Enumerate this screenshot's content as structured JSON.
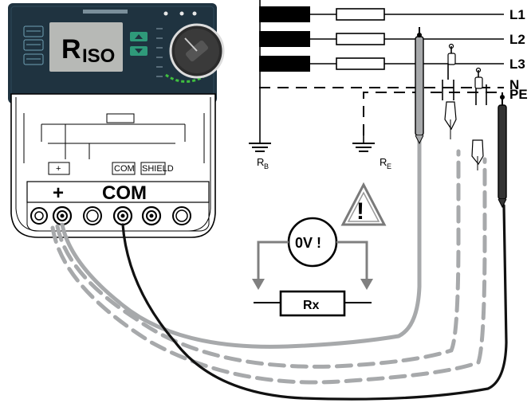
{
  "instrument": {
    "display_main": "R",
    "display_sub": "ISO",
    "left_buttons": [
      "",
      "",
      ""
    ],
    "brand": ""
  },
  "panel": {
    "sockets": [
      "+",
      "COM",
      "SHIELD"
    ],
    "terminal_plus": "+",
    "terminal_com": "COM"
  },
  "network": {
    "conductors": [
      "L1",
      "L2",
      "L3",
      "N",
      "PE"
    ],
    "ground_system": "R",
    "ground_system_sub": "B",
    "ground_earth": "R",
    "ground_earth_sub": "E"
  },
  "schematic": {
    "warning_symbol": "!",
    "voltage_meter": "0V !",
    "resistor": "Rx"
  },
  "colors": {
    "instrument_body": "#1f3340",
    "display_bg": "#b7b9b6",
    "probe_gray": "#a7a9ab",
    "lead_black": "#111111",
    "knob_green": "#3fbf3f"
  }
}
